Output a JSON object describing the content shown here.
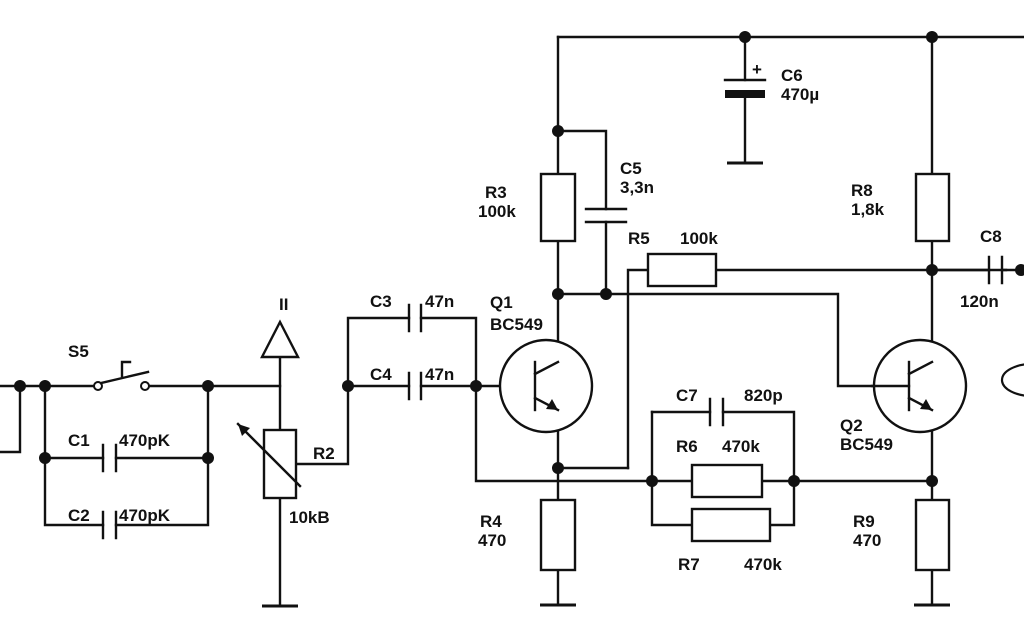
{
  "components": {
    "S5": {
      "ref": "S5"
    },
    "C1": {
      "ref": "C1",
      "value": "470pK"
    },
    "C2": {
      "ref": "C2",
      "value": "470pK"
    },
    "R2": {
      "ref": "R2",
      "value": "10kB"
    },
    "pot_mark": "II",
    "C3": {
      "ref": "C3",
      "value": "47n"
    },
    "C4": {
      "ref": "C4",
      "value": "47n"
    },
    "Q1": {
      "ref": "Q1",
      "type": "BC549"
    },
    "R3": {
      "ref": "R3",
      "value": "100k"
    },
    "C5": {
      "ref": "C5",
      "value": "3,3n"
    },
    "R5": {
      "ref": "R5",
      "value": "100k"
    },
    "C6": {
      "ref": "C6",
      "value": "470µ",
      "polarity": "+"
    },
    "R4": {
      "ref": "R4",
      "value": "470"
    },
    "C7": {
      "ref": "C7",
      "value": "820p"
    },
    "R6": {
      "ref": "R6",
      "value": "470k"
    },
    "R7": {
      "ref": "R7",
      "value": "470k"
    },
    "Q2": {
      "ref": "Q2",
      "type": "BC549"
    },
    "R8": {
      "ref": "R8",
      "value": "1,8k"
    },
    "R9": {
      "ref": "R9",
      "value": "470"
    },
    "C8": {
      "ref": "C8",
      "value": "120n"
    }
  }
}
